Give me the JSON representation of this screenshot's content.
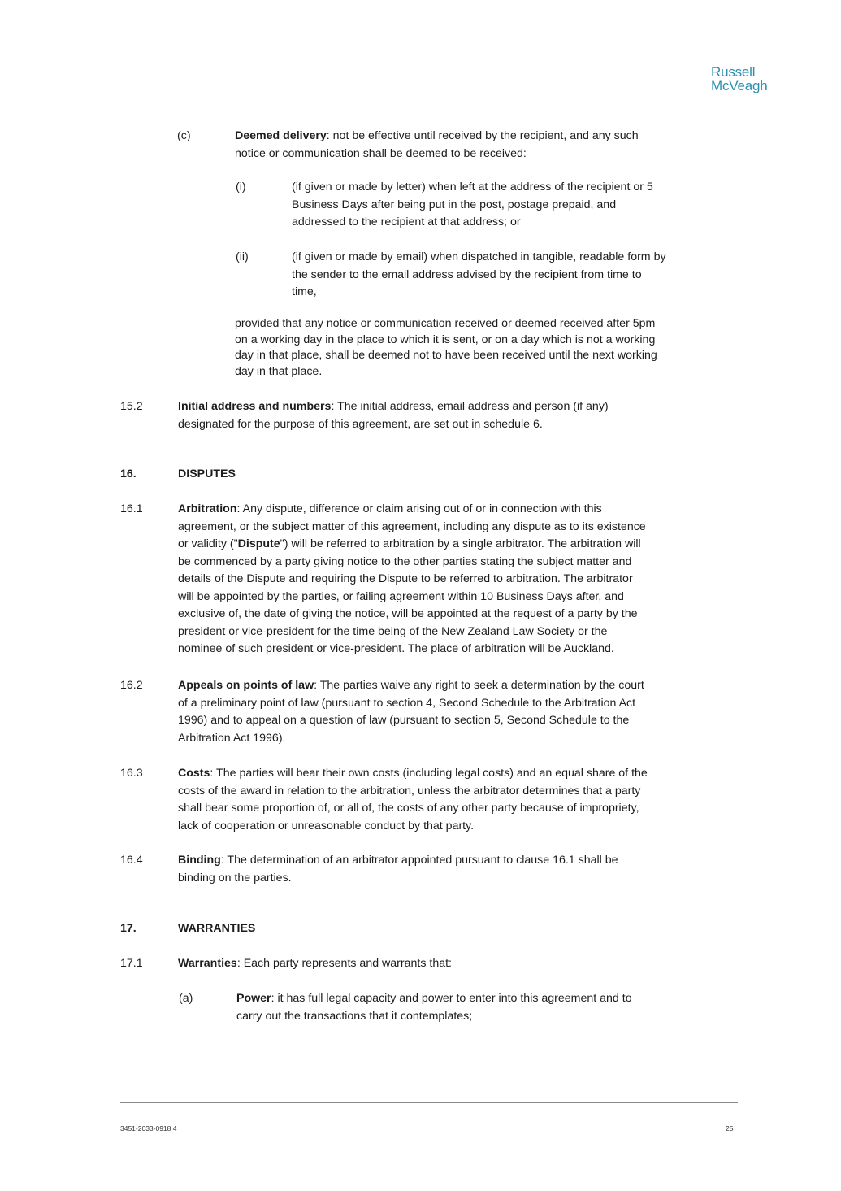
{
  "logo": {
    "line1": "Russell",
    "line2": "McVeagh"
  },
  "clause_c": {
    "num": "(c)",
    "heading": "Deemed delivery",
    "text1": ":  not be effective until received by the recipient, and any such",
    "text2": "notice or communication shall be deemed to be received:"
  },
  "item_i": {
    "num": "(i)",
    "lines": [
      "(if given or made by letter) when left at the address of the recipient or 5",
      "Business Days after being put in the post, postage prepaid, and",
      "addressed to the recipient at that address; or"
    ]
  },
  "item_ii": {
    "num": "(ii)",
    "lines": [
      "(if given or made by email) when dispatched in tangible, readable form by",
      "the sender to the email address advised by the recipient from time to",
      "time,"
    ]
  },
  "proviso": {
    "lines": [
      "provided that any notice or communication received or deemed received after 5pm",
      "on a working day in the place to which it is sent, or on a day which is not a working",
      "day in that place, shall be deemed not to have been received until the next working",
      "day in that place."
    ]
  },
  "c15_2": {
    "num": "15.2",
    "heading": "Initial address and numbers",
    "line1": ":  The initial address, email address and person (if any)",
    "line2": "designated for the purpose of this agreement, are set out in schedule 6."
  },
  "s16": {
    "num": "16.",
    "title": "DISPUTES"
  },
  "c16_1": {
    "num": "16.1",
    "heading": "Arbitration",
    "line1": ":  Any dispute, difference or claim arising out of or in connection with this",
    "line2": "agreement, or the subject matter of this agreement, including any dispute as to its existence",
    "line3_a": "or validity (\"",
    "line3_b": "Dispute",
    "line3_c": "\") will be referred to arbitration by a single arbitrator.  The arbitration will",
    "lines_rest": [
      "be commenced by a party giving notice to the other parties stating the subject matter and",
      "details of the Dispute and requiring the Dispute to be referred to arbitration.  The arbitrator",
      "will be appointed by the parties, or failing agreement within 10 Business Days after, and",
      "exclusive of, the date of giving the notice, will be appointed at the request of a party by the",
      "president or vice-president for the time being of the New Zealand Law Society or the",
      "nominee of such president or vice-president.  The place of arbitration will be Auckland."
    ]
  },
  "c16_2": {
    "num": "16.2",
    "heading": "Appeals on points of law",
    "line1": ":  The parties waive any right to seek a determination by the court",
    "lines_rest": [
      "of a preliminary point of law (pursuant to section 4, Second Schedule to the Arbitration Act",
      "1996) and to appeal on a question of law (pursuant to section 5, Second Schedule to the",
      "Arbitration Act 1996)."
    ]
  },
  "c16_3": {
    "num": "16.3",
    "heading": "Costs",
    "line1": ":  The parties will bear their own costs (including legal costs) and an equal share of the",
    "lines_rest": [
      "costs of the award in relation to the arbitration, unless the arbitrator determines that a party",
      "shall bear some proportion of, or all of, the costs of any other party because of impropriety,",
      "lack of cooperation or unreasonable conduct by that party."
    ]
  },
  "c16_4": {
    "num": "16.4",
    "heading": "Binding",
    "line1": ":  The determination of an arbitrator appointed pursuant to clause 16.1 shall be",
    "line2": "binding on the parties."
  },
  "s17": {
    "num": "17.",
    "title": "WARRANTIES"
  },
  "c17_1": {
    "num": "17.1",
    "heading": "Warranties",
    "line1": ":  Each party represents and warrants that:"
  },
  "c17_1_a": {
    "num": "(a)",
    "heading": "Power",
    "line1": ":  it has full legal capacity and power to enter into this agreement and to",
    "line2": "carry out the transactions that it contemplates;"
  },
  "footer": {
    "doc_ref": "3451-2033-0918 4",
    "page_number": "25"
  }
}
